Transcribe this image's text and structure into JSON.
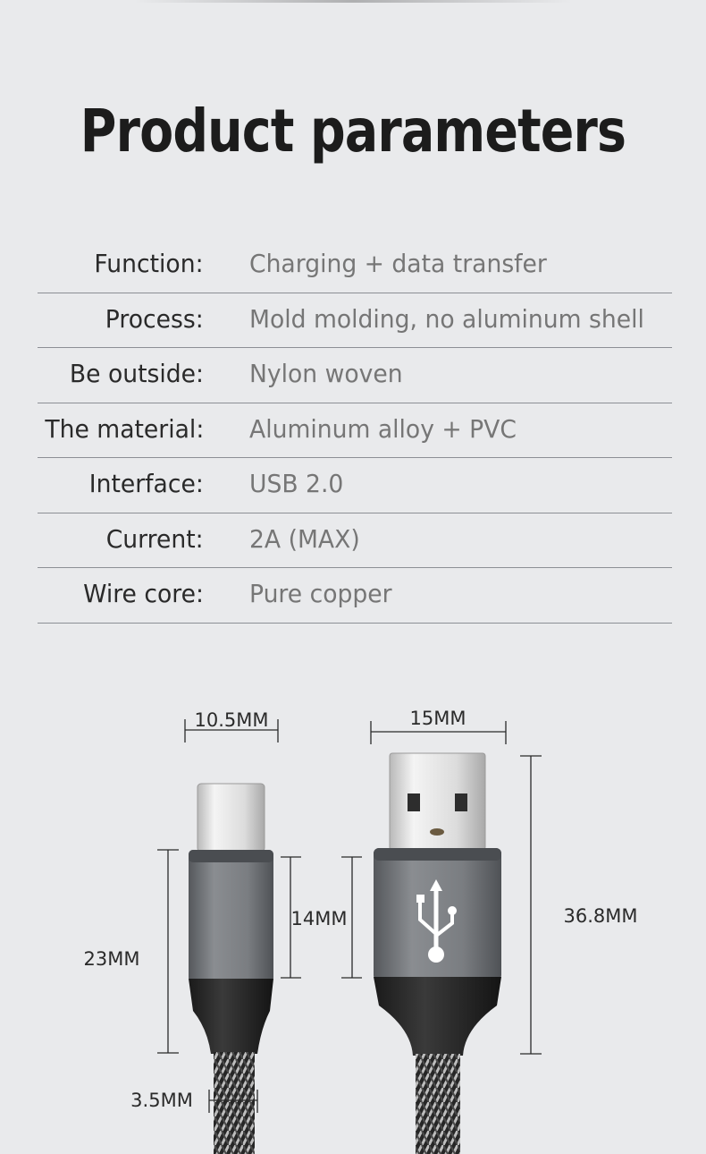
{
  "title": "Product parameters",
  "parameters": [
    {
      "label": "Function:",
      "value": "Charging + data transfer"
    },
    {
      "label": "Process:",
      "value": "Mold molding, no aluminum shell"
    },
    {
      "label": "Be outside:",
      "value": "Nylon woven"
    },
    {
      "label": "The material:",
      "value": "Aluminum alloy + PVC"
    },
    {
      "label": "Interface:",
      "value": "USB 2.0"
    },
    {
      "label": "Current:",
      "value": "2A (MAX)"
    },
    {
      "label": "Wire core:",
      "value": "Pure copper"
    }
  ],
  "dimensions": {
    "typec_width": "10.5MM",
    "usb_width": "15MM",
    "typec_length": "23MM",
    "shell_length": "14MM",
    "usb_length": "36.8MM",
    "cable_diameter": "3.5MM"
  },
  "colors": {
    "background": "#e9eaec",
    "shell": "#6f7378",
    "metal": "#d8d8d8",
    "cable": "#2a2a2a"
  },
  "icons": {
    "usb_logo": "usb-icon"
  }
}
